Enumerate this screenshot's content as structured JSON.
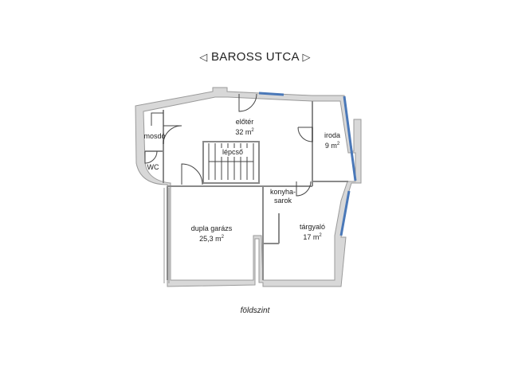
{
  "street": {
    "left_arrow": "◁",
    "name": "BAROSS UTCA",
    "right_arrow": "▷"
  },
  "rooms": {
    "eloter": {
      "name": "előtér",
      "area": "32 m",
      "unit_sup": "2"
    },
    "iroda": {
      "name": "iroda",
      "area": "9 m",
      "unit_sup": "2"
    },
    "mosdo": {
      "name": "mosdó"
    },
    "wc": {
      "name": "WC"
    },
    "lepcso": {
      "name": "lépcső"
    },
    "konyha": {
      "name_line1": "konyha-",
      "name_line2": "sarok"
    },
    "garazs": {
      "name": "dupla garázs",
      "area": "25,3 m",
      "unit_sup": "2"
    },
    "targyalo": {
      "name": "tárgyaló",
      "area": "17 m",
      "unit_sup": "2"
    }
  },
  "floor_caption": "földszint",
  "colors": {
    "wall_fill": "#d8d8d8",
    "wall_stroke": "#9a9a9a",
    "window": "#4a78b8",
    "line": "#444444"
  }
}
